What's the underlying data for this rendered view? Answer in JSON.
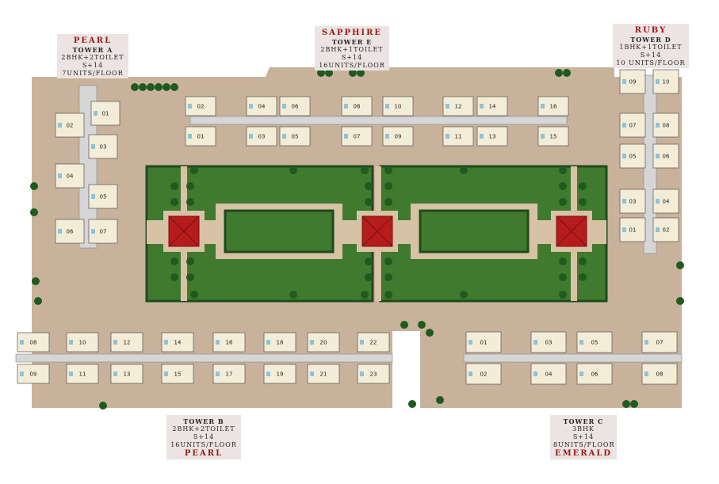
{
  "colors": {
    "ground": "#c9b29b",
    "garden_dark": "#1f4a1d",
    "garden": "#3f7a2f",
    "path": "#d8c2a6",
    "pavilion": "#b71c1c",
    "unit": "#f3ecd6",
    "corridor": "#d6d6d6",
    "balcony": "#8fc3d9",
    "tree": "#1f5a1f",
    "label_bg": "#ebe4e2",
    "label_name": "#9b1b1b"
  },
  "labels": {
    "tower_a": {
      "name": "PEARL",
      "tower": "TOWER A",
      "config": "2BHK+2TOILET",
      "floors": "S+14",
      "units": "7UNITS/FLOOR"
    },
    "tower_e": {
      "name": "SAPPHIRE",
      "tower": "TOWER E",
      "config": "2BHK+1TOILET",
      "floors": "S+14",
      "units": "16UNITS/FLOOR"
    },
    "tower_d": {
      "name": "RUBY",
      "tower": "TOWER D",
      "config": "1BHK+1TOILET",
      "floors": "S+14",
      "units": "10 UNITS/FLOOR"
    },
    "tower_b": {
      "tower": "TOWER B",
      "config": "2BHK+2TOILET",
      "floors": "S+14",
      "units": "16UNITS/FLOOR",
      "name": "PEARL"
    },
    "tower_c": {
      "tower": "TOWER C",
      "config": "3BHK",
      "floors": "S+14",
      "units": "8UNITS/FLOOR",
      "name": "EMERALD"
    }
  },
  "units": {
    "tower_a": [
      "01",
      "02",
      "03",
      "04",
      "05",
      "06",
      "07"
    ],
    "tower_e": [
      "02",
      "04",
      "06",
      "08",
      "10",
      "12",
      "14",
      "16",
      "01",
      "03",
      "05",
      "07",
      "09",
      "11",
      "13",
      "15"
    ],
    "tower_d": [
      "09",
      "10",
      "07",
      "08",
      "05",
      "06",
      "03",
      "04",
      "01",
      "02"
    ],
    "tower_b": [
      "08",
      "10",
      "12",
      "14",
      "16",
      "18",
      "20",
      "22",
      "09",
      "11",
      "13",
      "15",
      "17",
      "19",
      "21",
      "23"
    ],
    "tower_c": [
      "01",
      "03",
      "05",
      "07",
      "02",
      "04",
      "06",
      "08"
    ]
  }
}
